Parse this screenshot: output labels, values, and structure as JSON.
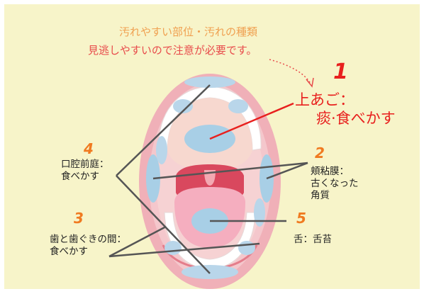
{
  "heading": {
    "line1": "汚れやすい部位・汚れの種類",
    "line2": "見逃しやすいので注意が必要です。"
  },
  "regions": [
    {
      "number": "1",
      "lines": [
        "上あご：",
        "痰·食べかす"
      ]
    },
    {
      "number": "2",
      "lines": [
        "頬粘膜：",
        "古くなった",
        "角質"
      ]
    },
    {
      "number": "3",
      "lines": [
        "歯と歯ぐきの間：",
        "食べかす"
      ]
    },
    {
      "number": "4",
      "lines": [
        "口腔前庭：",
        "食べかす"
      ]
    },
    {
      "number": "5",
      "lines": [
        "舌：舌苔"
      ]
    }
  ],
  "colors": {
    "panel": "#f7f4c9",
    "lip_outer": "#f0b0b8",
    "gum": "#f4c7cc",
    "palate": "#f7d8cf",
    "throat": "#d9485e",
    "tongue": "#f5aebf",
    "plaque_highlight": "#a8cfe6",
    "leader_line": "#555555",
    "pointer_red": "#e8201e"
  }
}
